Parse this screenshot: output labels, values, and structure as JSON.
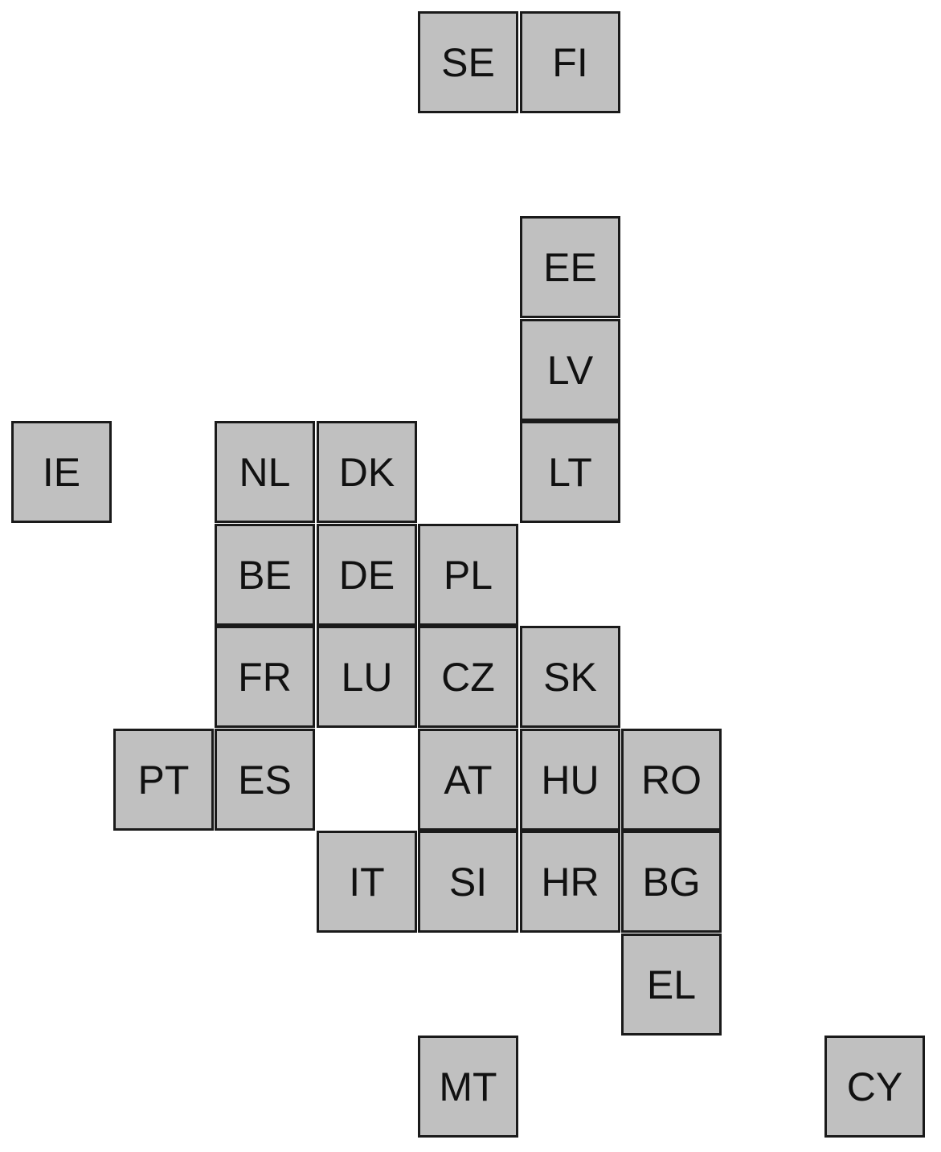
{
  "map": {
    "tile_fill": "#c0c0c0",
    "tile_border": "#1a1a1a",
    "text_color": "#111111",
    "tiles": [
      {
        "code": "SE",
        "row": 0,
        "col": 4
      },
      {
        "code": "FI",
        "row": 0,
        "col": 5
      },
      {
        "code": "EE",
        "row": 2,
        "col": 5
      },
      {
        "code": "LV",
        "row": 3,
        "col": 5
      },
      {
        "code": "IE",
        "row": 4,
        "col": 0
      },
      {
        "code": "NL",
        "row": 4,
        "col": 2
      },
      {
        "code": "DK",
        "row": 4,
        "col": 3
      },
      {
        "code": "LT",
        "row": 4,
        "col": 5
      },
      {
        "code": "BE",
        "row": 5,
        "col": 2
      },
      {
        "code": "DE",
        "row": 5,
        "col": 3
      },
      {
        "code": "PL",
        "row": 5,
        "col": 4
      },
      {
        "code": "FR",
        "row": 6,
        "col": 2
      },
      {
        "code": "LU",
        "row": 6,
        "col": 3
      },
      {
        "code": "CZ",
        "row": 6,
        "col": 4
      },
      {
        "code": "SK",
        "row": 6,
        "col": 5
      },
      {
        "code": "PT",
        "row": 7,
        "col": 1
      },
      {
        "code": "ES",
        "row": 7,
        "col": 2
      },
      {
        "code": "AT",
        "row": 7,
        "col": 4
      },
      {
        "code": "HU",
        "row": 7,
        "col": 5
      },
      {
        "code": "RO",
        "row": 7,
        "col": 6
      },
      {
        "code": "IT",
        "row": 8,
        "col": 3
      },
      {
        "code": "SI",
        "row": 8,
        "col": 4
      },
      {
        "code": "HR",
        "row": 8,
        "col": 5
      },
      {
        "code": "BG",
        "row": 8,
        "col": 6
      },
      {
        "code": "EL",
        "row": 9,
        "col": 6
      },
      {
        "code": "MT",
        "row": 10,
        "col": 4
      },
      {
        "code": "CY",
        "row": 10,
        "col": 8
      }
    ]
  }
}
